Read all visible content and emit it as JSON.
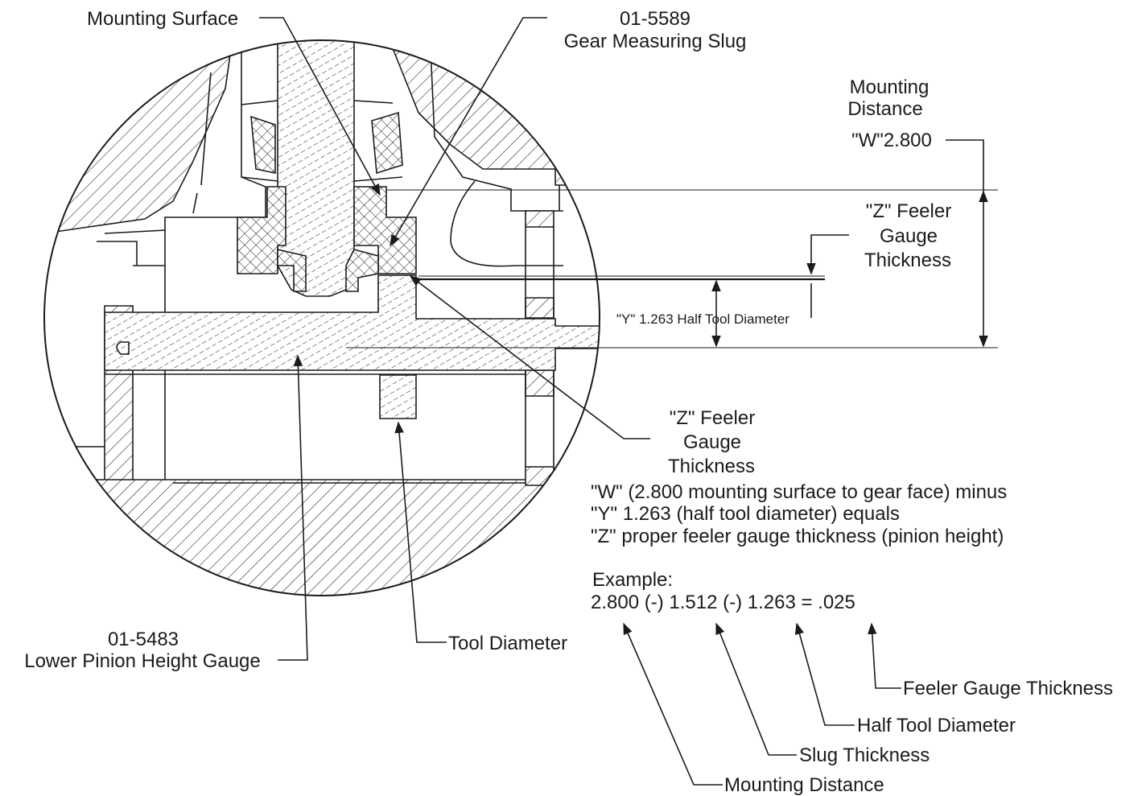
{
  "colors": {
    "ink": "#1b1b1b",
    "paper": "#ffffff"
  },
  "labels": {
    "mounting_surface": "Mounting Surface",
    "slug_part_no": "01-5589",
    "slug_name": "Gear Measuring Slug",
    "mounting_distance_1": "Mounting",
    "mounting_distance_2": "Distance",
    "w_value": "\"W\"2.800",
    "z_top_1": "\"Z\" Feeler",
    "z_top_2": "Gauge",
    "z_top_3": "Thickness",
    "y_value": "\"Y\" 1.263 Half Tool Diameter",
    "z_mid_1": "\"Z\" Feeler",
    "z_mid_2": "Gauge",
    "z_mid_3": "Thickness",
    "gauge_part_no": "01-5483",
    "gauge_name": "Lower Pinion Height Gauge",
    "tool_diameter": "Tool Diameter",
    "feeler_gauge_thickness": "Feeler Gauge Thickness",
    "half_tool_diameter": "Half Tool Diameter",
    "slug_thickness": "Slug Thickness",
    "mounting_distance": "Mounting Distance"
  },
  "formula": {
    "line1": "\"W\" (2.800 mounting surface to gear face) minus",
    "line2": "\"Y\" 1.263 (half tool diameter) equals",
    "line3": "\"Z\" proper feeler gauge thickness (pinion height)"
  },
  "example": {
    "heading": "Example:",
    "equation": "2.800 (-) 1.512 (-) 1.263 = .025"
  }
}
